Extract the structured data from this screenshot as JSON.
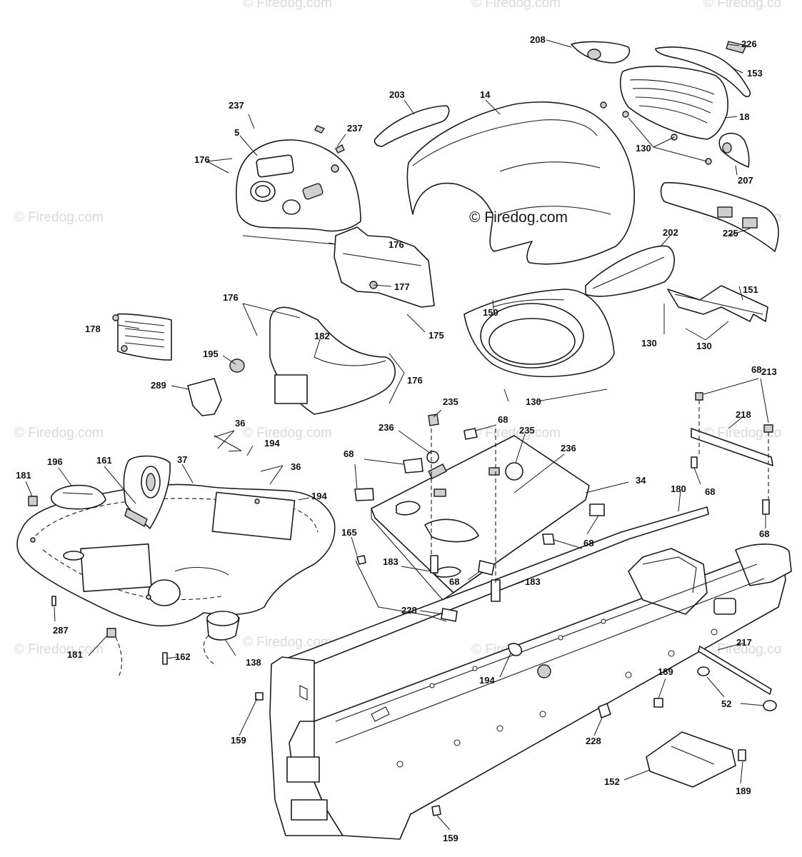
{
  "watermark": {
    "main_text": "© Firedog.com",
    "faint_text": "© Firedog.com",
    "faint_text_cut": "© Firedog.co"
  },
  "callouts": {
    "c5": "5",
    "c14": "14",
    "c18": "18",
    "c34": "34",
    "c36a": "36",
    "c36b": "36",
    "c37": "37",
    "c52": "52",
    "c68a": "68",
    "c68b": "68",
    "c68c": "68",
    "c68d": "68",
    "c68e": "68",
    "c68f": "68",
    "c68g": "68",
    "c130a": "130",
    "c130b": "130",
    "c130c": "130",
    "c130d": "130",
    "c138": "138",
    "c150": "150",
    "c151": "151",
    "c152": "152",
    "c153": "153",
    "c159a": "159",
    "c159b": "159",
    "c161": "161",
    "c162": "162",
    "c165": "165",
    "c175": "175",
    "c176a": "176",
    "c176b": "176",
    "c176c": "176",
    "c176d": "176",
    "c177": "177",
    "c178": "178",
    "c180": "180",
    "c181a": "181",
    "c181b": "181",
    "c182": "182",
    "c183a": "183",
    "c183b": "183",
    "c189a": "189",
    "c189b": "189",
    "c194a": "194",
    "c194b": "194",
    "c194c": "194",
    "c195": "195",
    "c196": "196",
    "c202": "202",
    "c203": "203",
    "c207": "207",
    "c208": "208",
    "c213": "213",
    "c217": "217",
    "c218": "218",
    "c225": "225",
    "c226": "226",
    "c228a": "228",
    "c228b": "228",
    "c235a": "235",
    "c235b": "235",
    "c236a": "236",
    "c236b": "236",
    "c237a": "237",
    "c237b": "237",
    "c287": "287",
    "c289": "289"
  },
  "colors": {
    "line": "#1a1a1a",
    "background": "#ffffff",
    "watermark": "#d9d9d9"
  }
}
